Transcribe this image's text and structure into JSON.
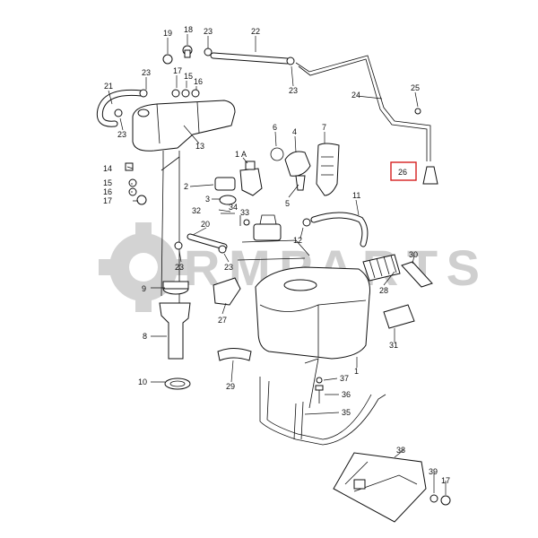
{
  "watermark": {
    "text": "RMPARTS",
    "color": "#c9c9c9"
  },
  "highlight": {
    "label": "26",
    "color": "#d62020"
  },
  "callouts": {
    "c1": "1",
    "c1a": "1 A",
    "c2": "2",
    "c3": "3",
    "c4": "4",
    "c5": "5",
    "c6": "6",
    "c7": "7",
    "c8": "8",
    "c9": "9",
    "c10": "10",
    "c11": "11",
    "c12": "12",
    "c13": "13",
    "c14": "14",
    "c15a": "15",
    "c15b": "15",
    "c16a": "16",
    "c16b": "16",
    "c17a": "17",
    "c17b": "17",
    "c17c": "17",
    "c18": "18",
    "c19": "19",
    "c20": "20",
    "c21": "21",
    "c22": "22",
    "c23a": "23",
    "c23b": "23",
    "c23c": "23",
    "c23d": "23",
    "c23e": "23",
    "c23f": "23",
    "c24": "24",
    "c25": "25",
    "c26": "26",
    "c27": "27",
    "c28": "28",
    "c29": "29",
    "c30": "30",
    "c31": "31",
    "c32": "32",
    "c33": "33",
    "c34": "34",
    "c35": "35",
    "c36": "36",
    "c37": "37",
    "c38": "38",
    "c39": "39"
  }
}
